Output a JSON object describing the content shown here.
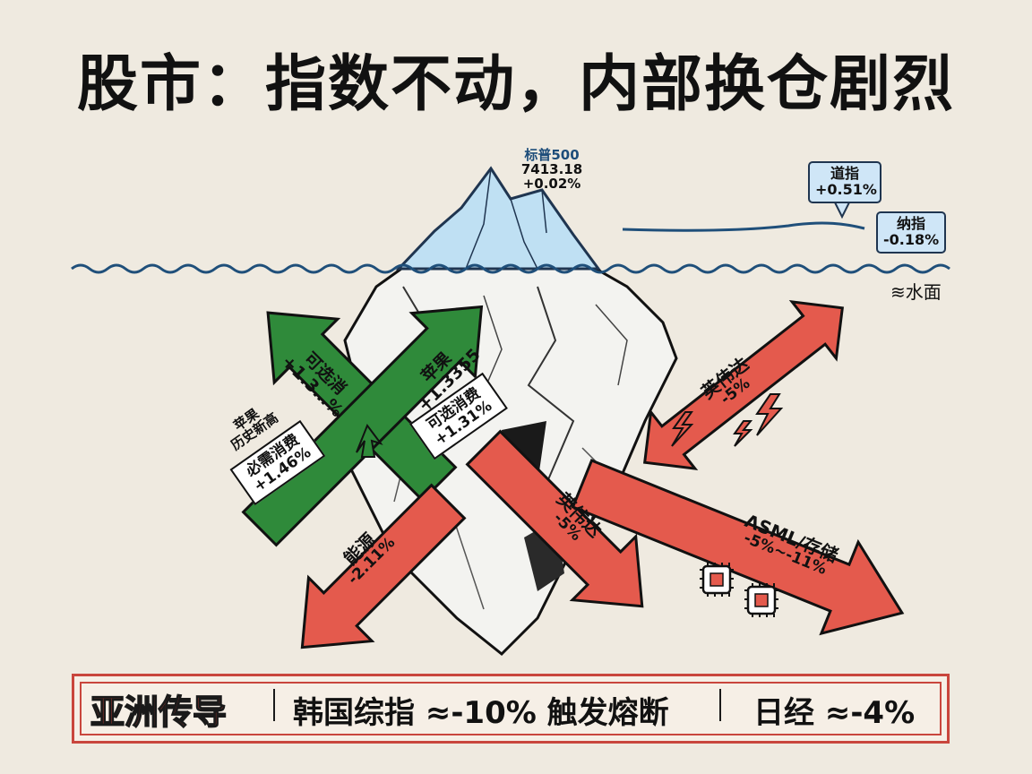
{
  "title": "股市：指数不动，内部换仓剧烈",
  "index_sp": {
    "name": "标普500",
    "value": "7413.18",
    "change": "+0.02%"
  },
  "bubble_dow": {
    "name": "道指",
    "change": "+0.51%"
  },
  "bubble_nasdaq": {
    "name": "纳指",
    "change": "-0.18%"
  },
  "water_label": "≋水面",
  "arrows": {
    "discretionary_up": {
      "name": "可选消",
      "change": "+1.3…%"
    },
    "apple_up": {
      "name": "苹果",
      "change": "+1.3355"
    },
    "apple_high": "苹果\n历史新高",
    "staples": {
      "name": "必需消费",
      "change": "+1.46%"
    },
    "discretionary_box": {
      "name": "可选消费",
      "change": "+1.31%"
    },
    "energy": {
      "name": "能源",
      "change": "-2.11%"
    },
    "nvidia_upper": {
      "name": "英伟达",
      "change": "-5%"
    },
    "nvidia_lower": {
      "name": "英伟达",
      "change": "-5%"
    },
    "asml": {
      "name": "ASML/存储",
      "change": "-5%~-11%"
    }
  },
  "bottom": {
    "heading": "亚洲传导",
    "korea": "韩国综指 ≈-10% 触发熔断",
    "japan": "日经 ≈-4%"
  },
  "colors": {
    "green": "#2f8a3a",
    "red": "#e45a4d",
    "water": "#1f4f7a",
    "ice": "#bfe0f3",
    "border": "#c9463d"
  },
  "icons": [
    "lightning-icon",
    "chip-icon",
    "up-arrow-icon"
  ]
}
